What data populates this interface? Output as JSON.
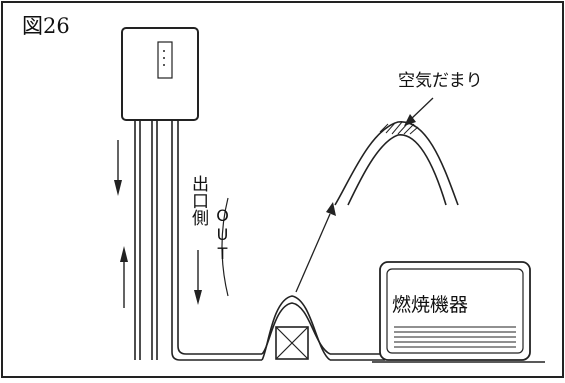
{
  "figure_label": "図26",
  "air_pocket_label": "空気だまり",
  "burner_label": "燃焼機器",
  "outlet_label": "出口側",
  "outlet_code": "OUT"
}
